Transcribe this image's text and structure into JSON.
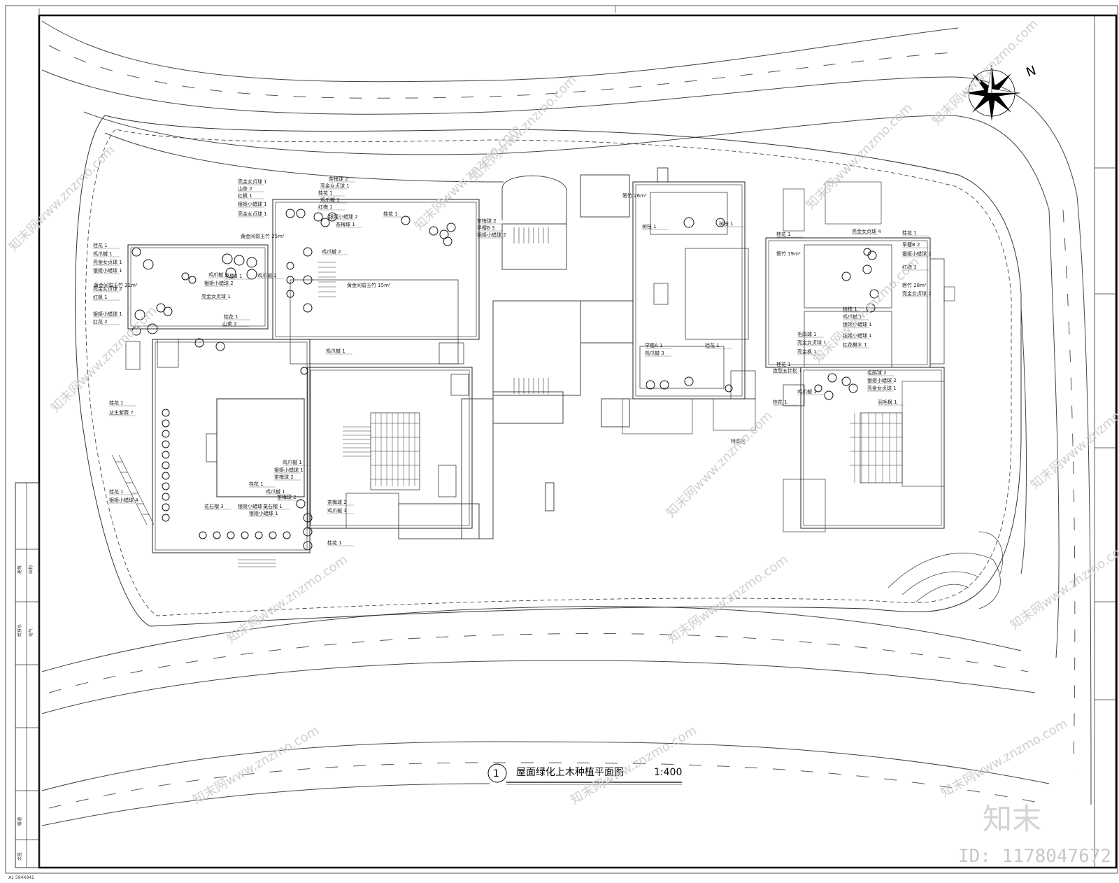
{
  "drawing": {
    "title": "屋面绿化上木种植平面图",
    "scale": "1:400",
    "detail_number": "1",
    "north_label": "N",
    "paper_size": "A1 594X841",
    "left_panel_labels": [
      "建筑",
      "结构",
      "给排水",
      "电气",
      "暖通",
      "会签"
    ]
  },
  "branding": {
    "logo_text": "知末",
    "id_text": "ID: 1178047672",
    "watermark_text": "知末网www.znzmo.com"
  },
  "area_labels": [
    "箬竹 26m²",
    "黄金间碧玉竹 25m²",
    "黄金间碧玉竹 21m²",
    "黄金间碧玉竹 15m²",
    "箬竹 19m²",
    "箬竹 28m²",
    "特高区"
  ],
  "plant_labels": [
    "亮金女贞球 1",
    "山茶 2",
    "红枫 1",
    "银姬小蜡球 1",
    "亮金女贞球 1",
    "茶梅球 2",
    "亮金女贞球 1",
    "桂花 1",
    "鸡爪槭 1",
    "红梅 1",
    "银姬小蜡球 2",
    "茶梅球 1",
    "桂花 1",
    "茶梅球 2",
    "早樱B 3",
    "银姬小蜡球 2",
    "桂花 1",
    "鸡爪槭 1",
    "亮金女贞球 1",
    "银姬小蜡球 1",
    "亮金女贞球 2",
    "红枫 1",
    "银姬小蜡球 1",
    "红花 2",
    "鸡爪槭 1",
    "鸡爪槭 2",
    "早樱B 1",
    "银姬小蜡球 2",
    "亮金女贞球 1",
    "鸡爪槭 2",
    "桂花 1",
    "山茶 2",
    "鸡爪槭 1",
    "桂花 1",
    "丛生紫薇 7",
    "桂花 1",
    "银姬小蜡球 4",
    "鸡爪槭 1",
    "银姬小蜡球 1",
    "茶梅球 2",
    "桂花 1",
    "鸡爪槭 1",
    "茶梅球 2",
    "花石榴 3",
    "银姬小蜡球 3",
    "花石榴 1",
    "银姬小蜡球 1",
    "茶梅球 2",
    "鸡爪槭 1",
    "桂花 1",
    "树枝 1",
    "树枝 1",
    "早樱A 1",
    "鸡爪槭 3",
    "桂花 1",
    "桂花 1",
    "亮金女贞球 4",
    "桂花 1",
    "早樱B 2",
    "银姬小蜡球 2",
    "红梅 3",
    "亮金女贞球 2",
    "桂花 1",
    "树枝 1",
    "鸡爪槭 1",
    "银姬小蜡球 1",
    "毛鹃球 1",
    "亮金女贞球 1",
    "亮金枫 1",
    "银姬小蜡球 1",
    "红花檵木 1",
    "造型五针松 1",
    "毛鹃球 2",
    "银姬小蜡球 2",
    "亮金女贞球 1",
    "鸡爪槭 1",
    "桂花 1",
    "羽毛枫 1"
  ]
}
